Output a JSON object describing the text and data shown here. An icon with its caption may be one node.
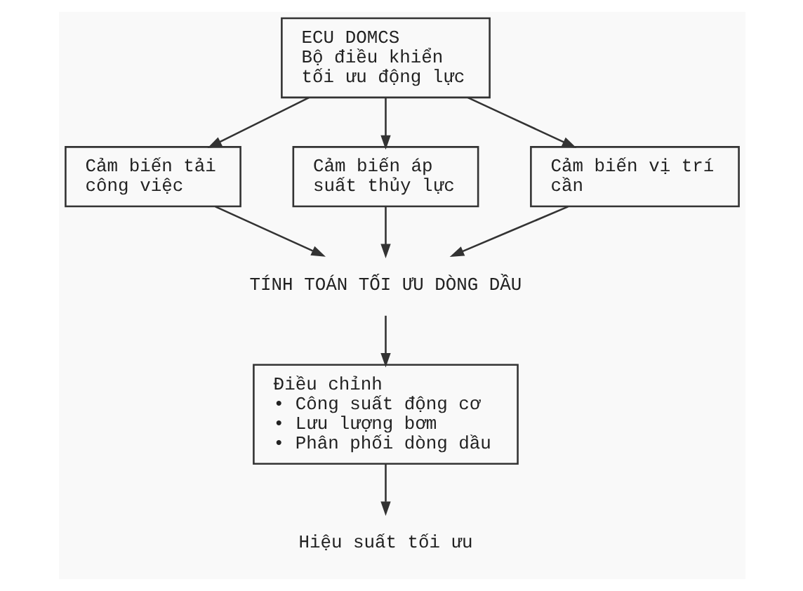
{
  "diagram": {
    "nodes": [
      {
        "text": [
          "ECU DOMCS",
          "Bộ điều khiển tối ưu động lực"
        ]
      },
      {
        "text": [
          "Cảm biến tải công việc"
        ]
      },
      {
        "text": [
          "Cảm biến áp suất thủy lực"
        ]
      },
      {
        "text": [
          "Cảm biến vị trí cần"
        ]
      },
      {
        "text": [
          "TÍNH TOÁN TỐI ƯU DÒNG DẦU"
        ]
      },
      {
        "text": [
          "Điều chỉnh",
          "• Công suất động cơ",
          "• Lưu lượng bơm",
          "• Phân phối dòng dầu"
        ]
      },
      {
        "text": [
          "Hiệu suất tối ưu"
        ]
      }
    ],
    "edges": [
      {
        "from": 0,
        "to": 1,
        "arrow": "to"
      },
      {
        "from": 0,
        "to": 2,
        "arrow": "to"
      },
      {
        "from": 0,
        "to": 3,
        "arrow": "to"
      },
      {
        "from": 1,
        "to": 4,
        "arrow": "to"
      },
      {
        "from": 2,
        "to": 4,
        "arrow": "to"
      },
      {
        "from": 3,
        "to": 4,
        "arrow": "to"
      },
      {
        "from": 4,
        "to": 5,
        "arrow": "to"
      },
      {
        "from": 5,
        "to": 6,
        "arrow": "to"
      }
    ]
  }
}
